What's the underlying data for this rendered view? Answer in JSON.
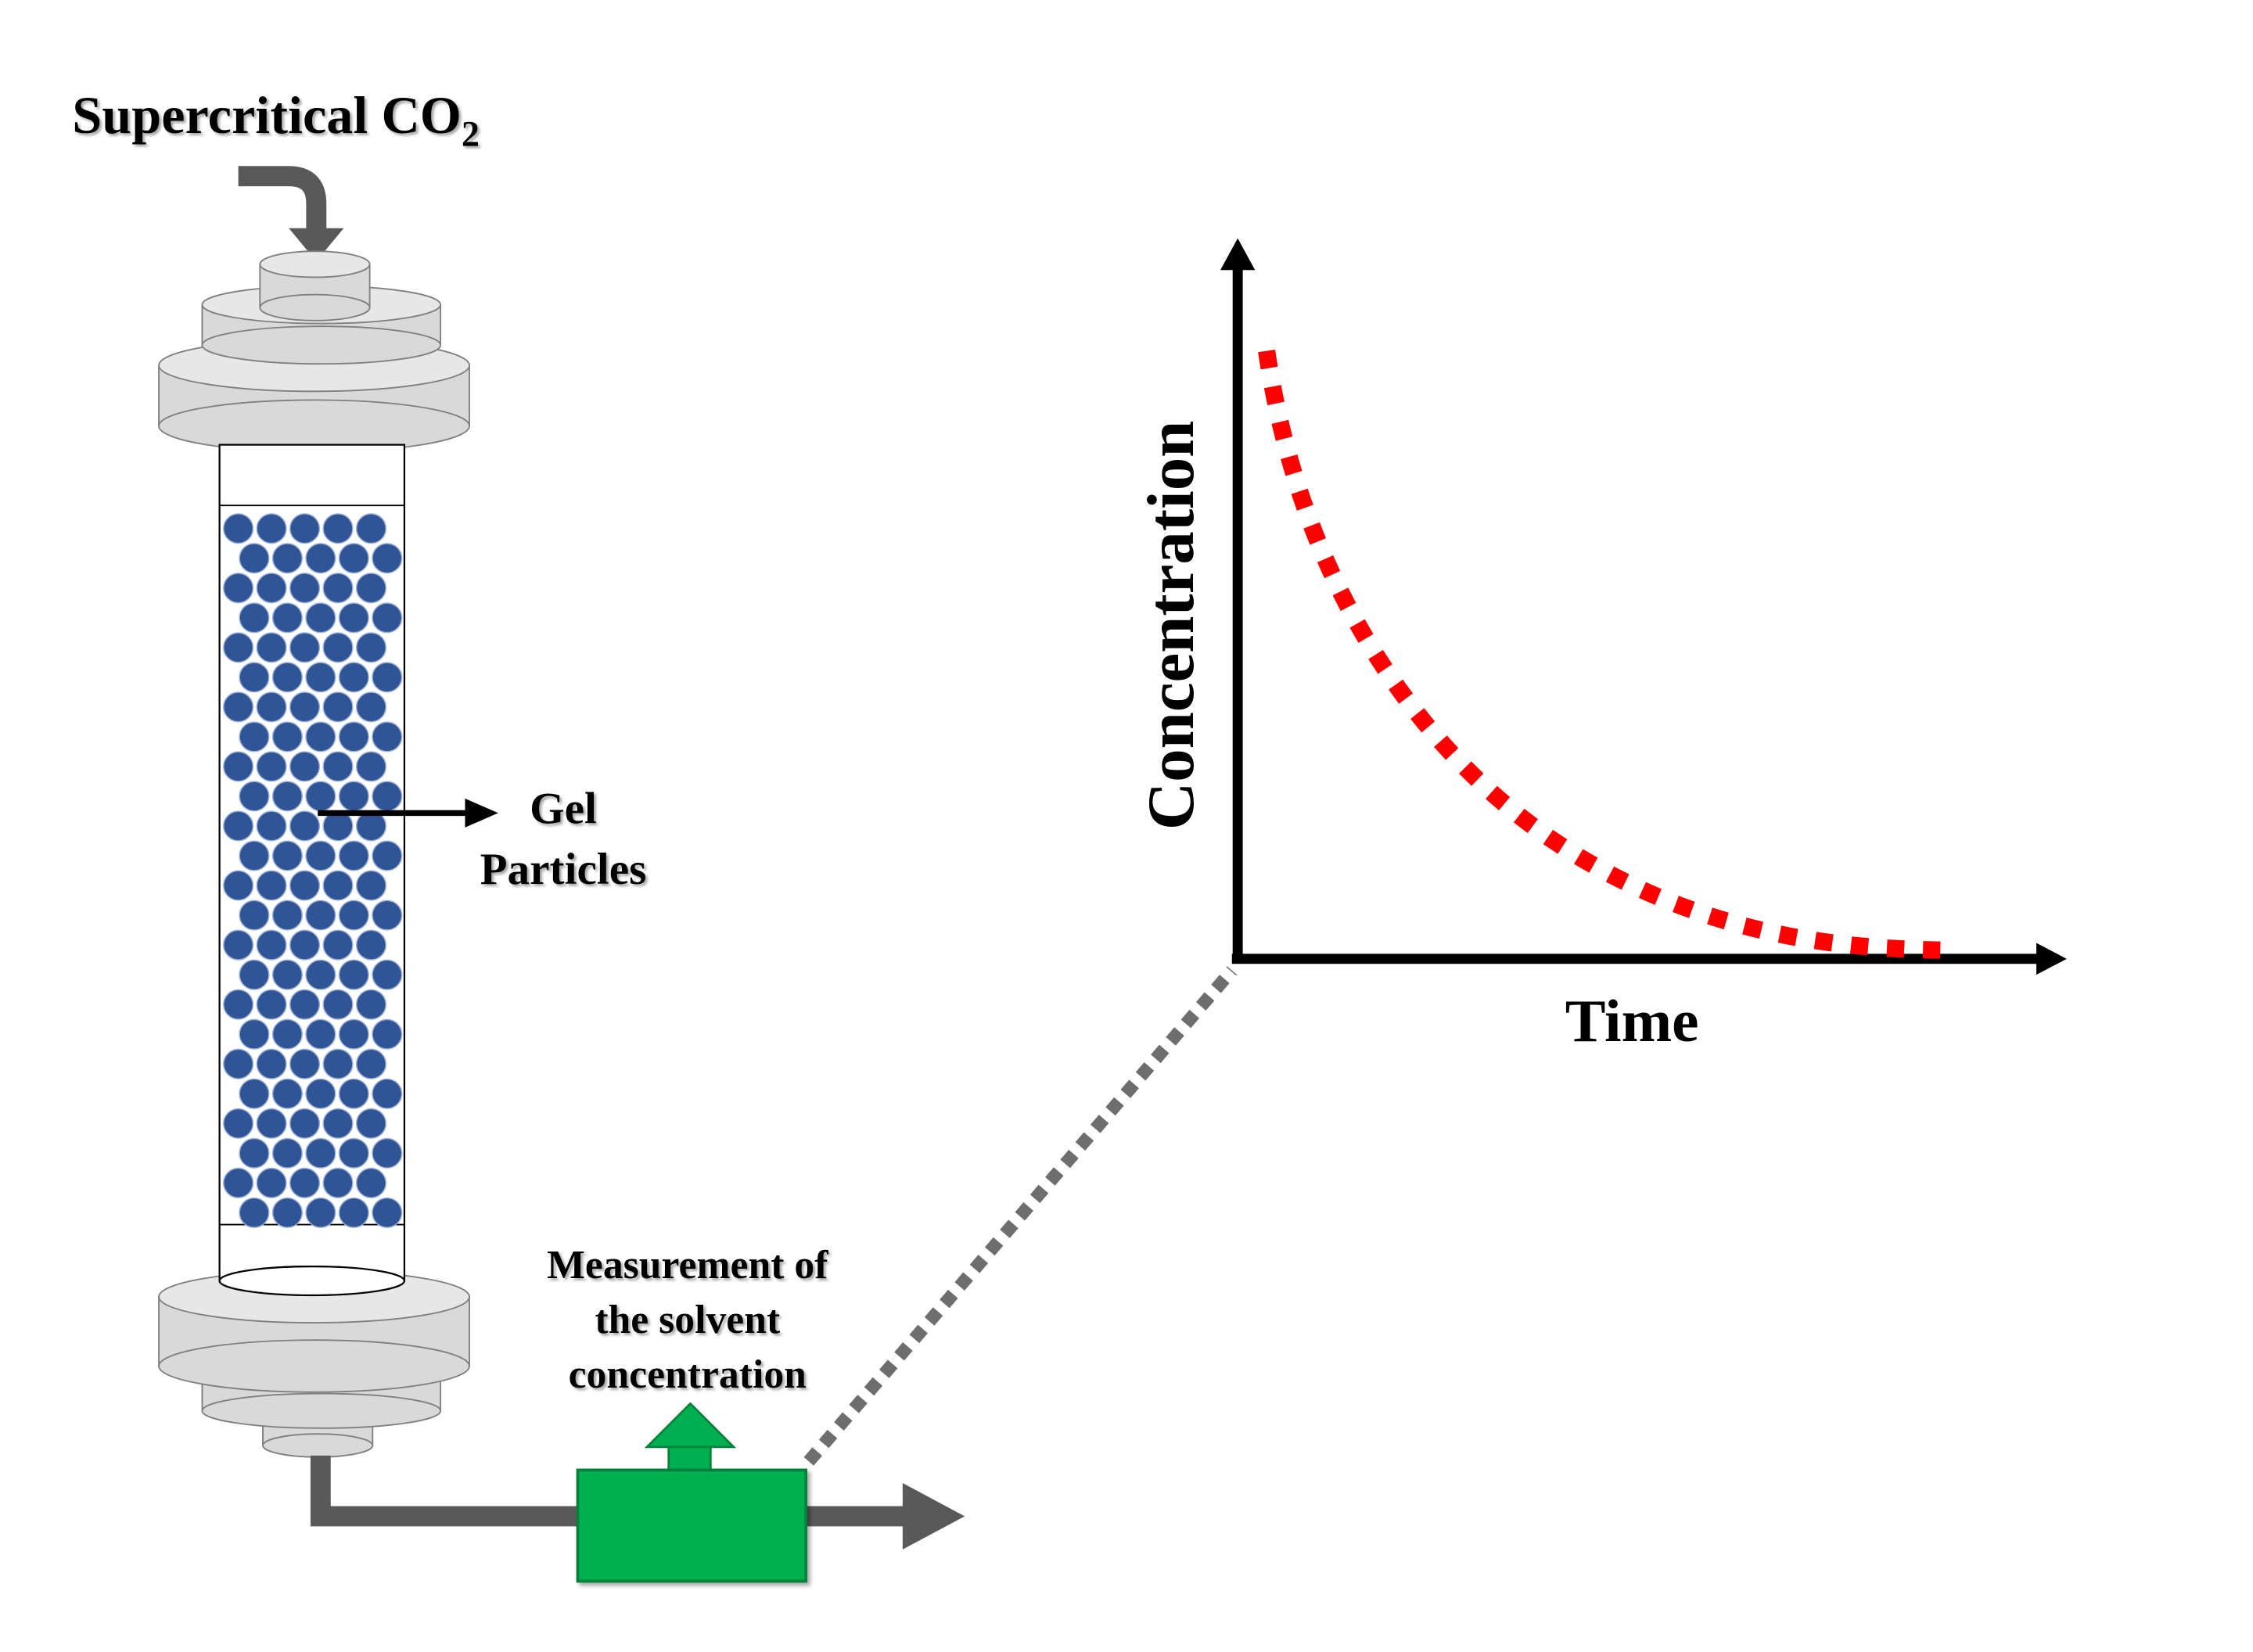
{
  "inlet_label": {
    "text": "Supercritical CO",
    "subscript": "2"
  },
  "particles_label": {
    "line1": "Gel",
    "line2": "Particles"
  },
  "measurement_label": {
    "line1": "Measurement of",
    "line2": "the solvent",
    "line3": "concentration"
  },
  "graph": {
    "y_label": "Concentration",
    "x_label": "Time"
  },
  "colors": {
    "flange": "#d9d9d9",
    "flange_edge": "#7f7f7f",
    "pipe": "#595959",
    "particle": "#2f5597",
    "detector": "#00b050",
    "detector_edge": "#00813a",
    "curve": "#ff0000",
    "connector": "#6e6e6e"
  },
  "icons": {
    "inlet_arrow": "arrow-down-bent",
    "outlet_arrow": "arrow-right",
    "detector_arrow": "arrow-up"
  }
}
